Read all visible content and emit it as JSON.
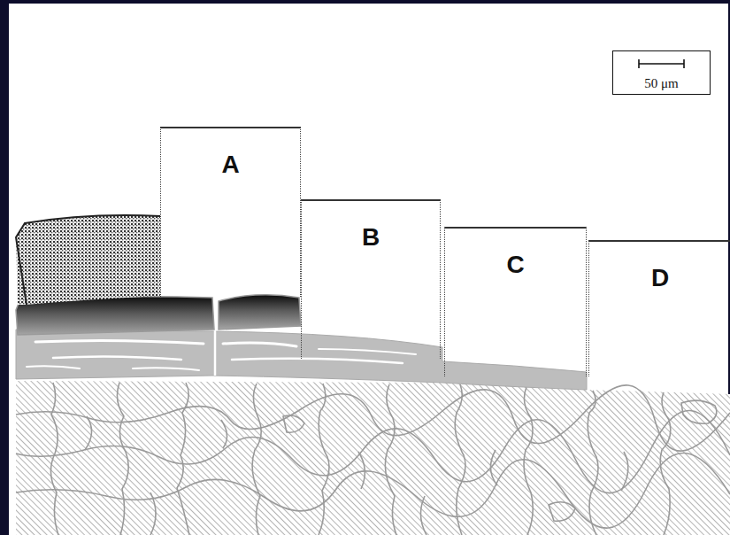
{
  "diagram": {
    "nodes": [
      {
        "text": [
          "50 μm"
        ]
      },
      {
        "text": [
          "A"
        ]
      },
      {
        "text": [
          "B"
        ]
      },
      {
        "text": [
          "C"
        ]
      },
      {
        "text": [
          "D"
        ]
      }
    ]
  }
}
